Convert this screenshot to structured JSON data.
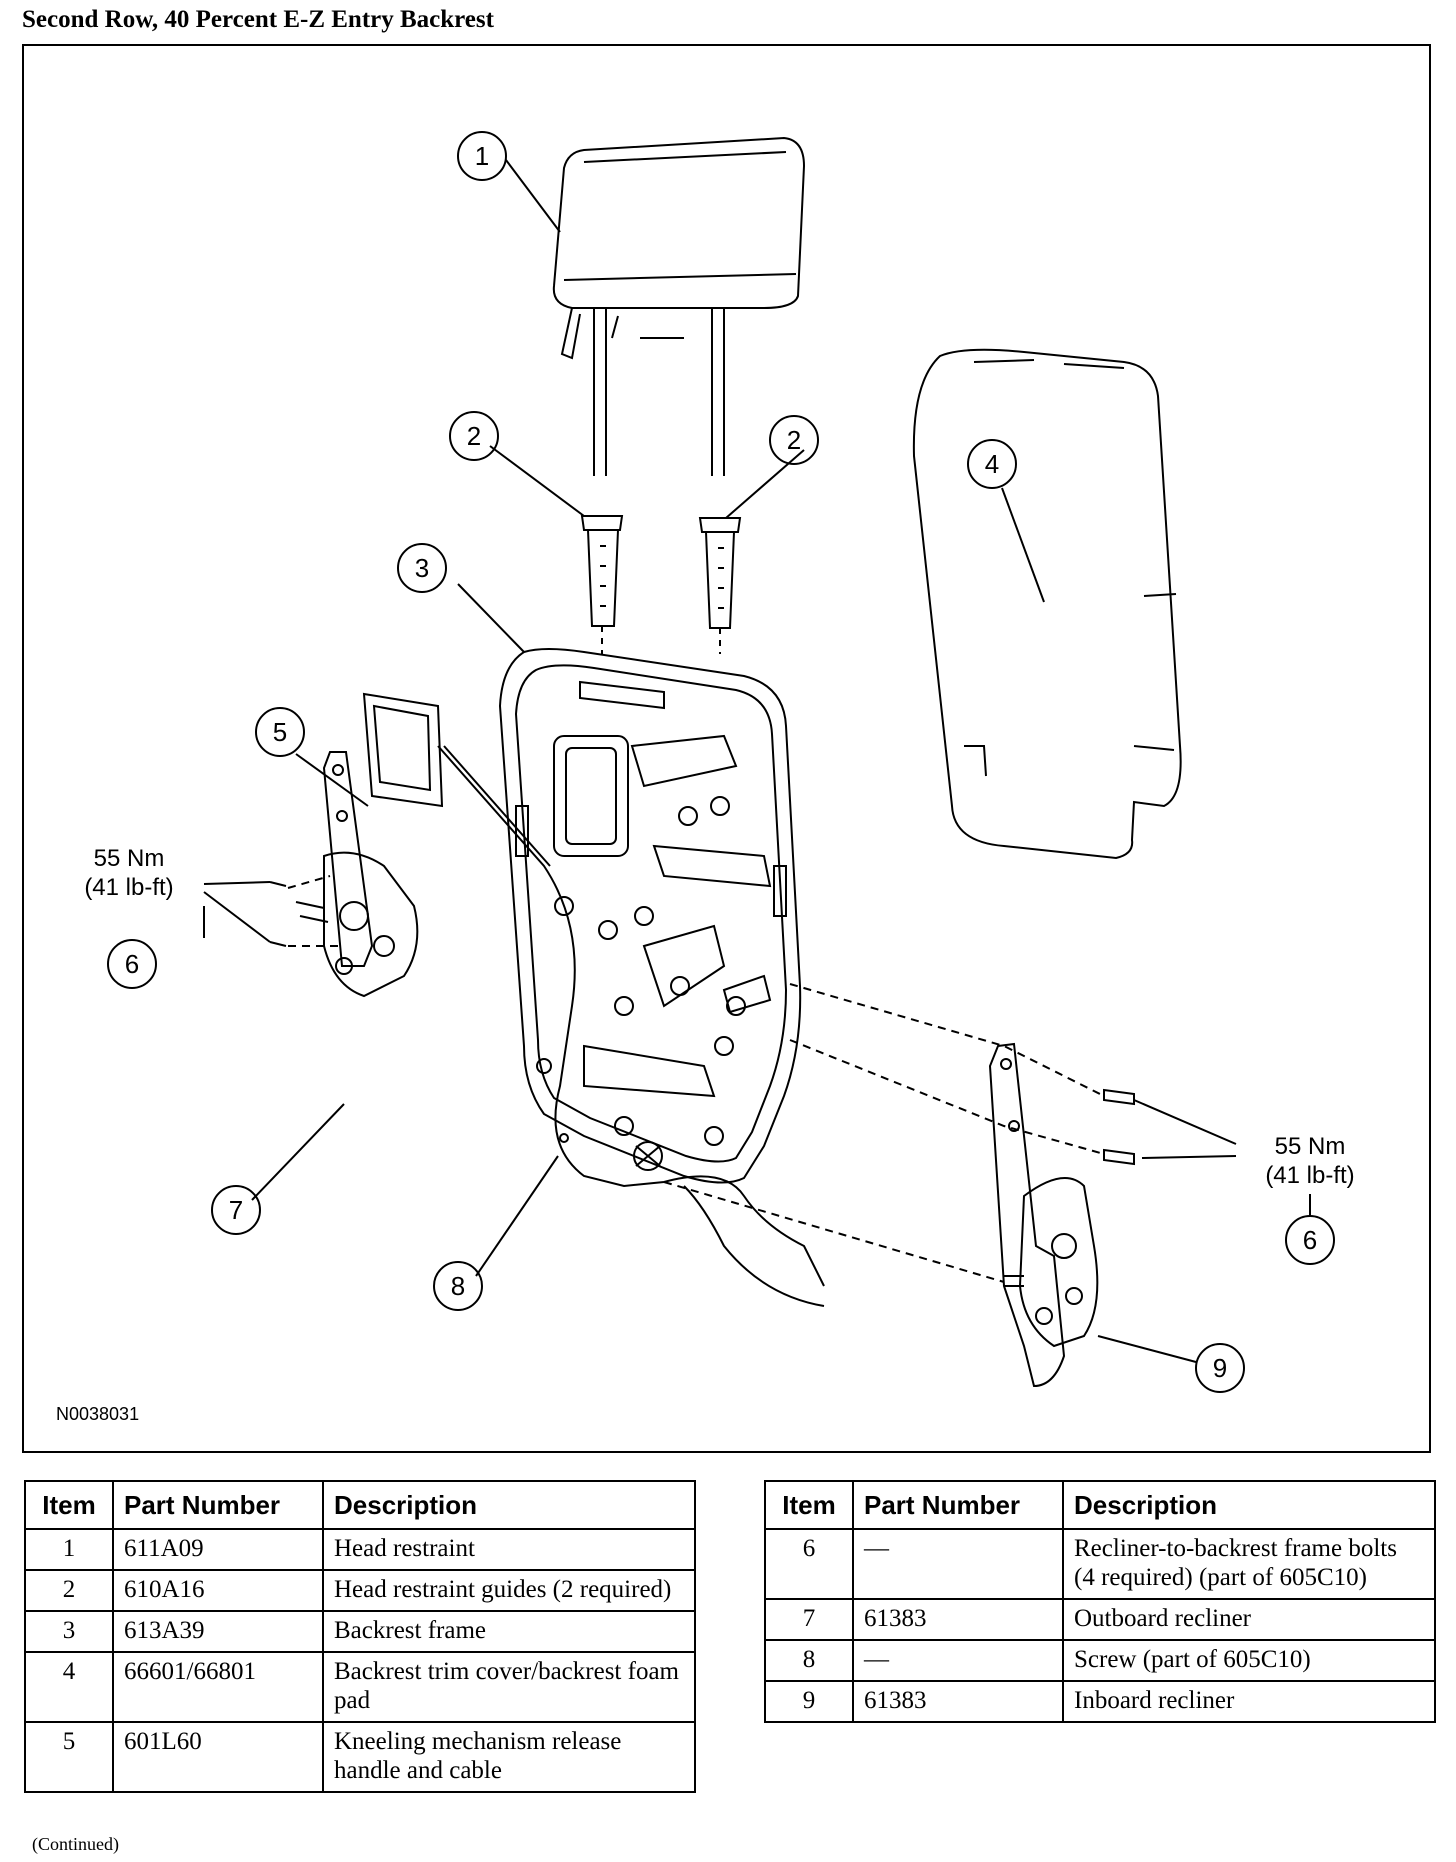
{
  "title": "Second Row, 40 Percent E-Z Entry Backrest",
  "figure": {
    "id": "N0038031",
    "callouts": [
      "1",
      "2",
      "2",
      "3",
      "4",
      "5",
      "6",
      "6",
      "7",
      "8",
      "9"
    ],
    "torque_left": {
      "nm": "55 Nm",
      "lbft": "(41 lb-ft)"
    },
    "torque_right": {
      "nm": "55 Nm",
      "lbft": "(41 lb-ft)"
    }
  },
  "table_headers": {
    "item": "Item",
    "part": "Part Number",
    "desc": "Description"
  },
  "table_left": [
    {
      "item": "1",
      "part": "611A09",
      "desc": "Head restraint"
    },
    {
      "item": "2",
      "part": "610A16",
      "desc": "Head restraint guides (2 required)"
    },
    {
      "item": "3",
      "part": "613A39",
      "desc": "Backrest frame"
    },
    {
      "item": "4",
      "part": "66601/66801",
      "desc": "Backrest trim cover/backrest foam pad"
    },
    {
      "item": "5",
      "part": "601L60",
      "desc": "Kneeling mechanism release handle and cable"
    }
  ],
  "table_right": [
    {
      "item": "6",
      "part": "—",
      "desc": "Recliner-to-backrest frame bolts (4 required) (part of 605C10)"
    },
    {
      "item": "7",
      "part": "61383",
      "desc": "Outboard recliner"
    },
    {
      "item": "8",
      "part": "—",
      "desc": "Screw (part of 605C10)"
    },
    {
      "item": "9",
      "part": "61383",
      "desc": "Inboard recliner"
    }
  ],
  "footer": "(Continued)"
}
